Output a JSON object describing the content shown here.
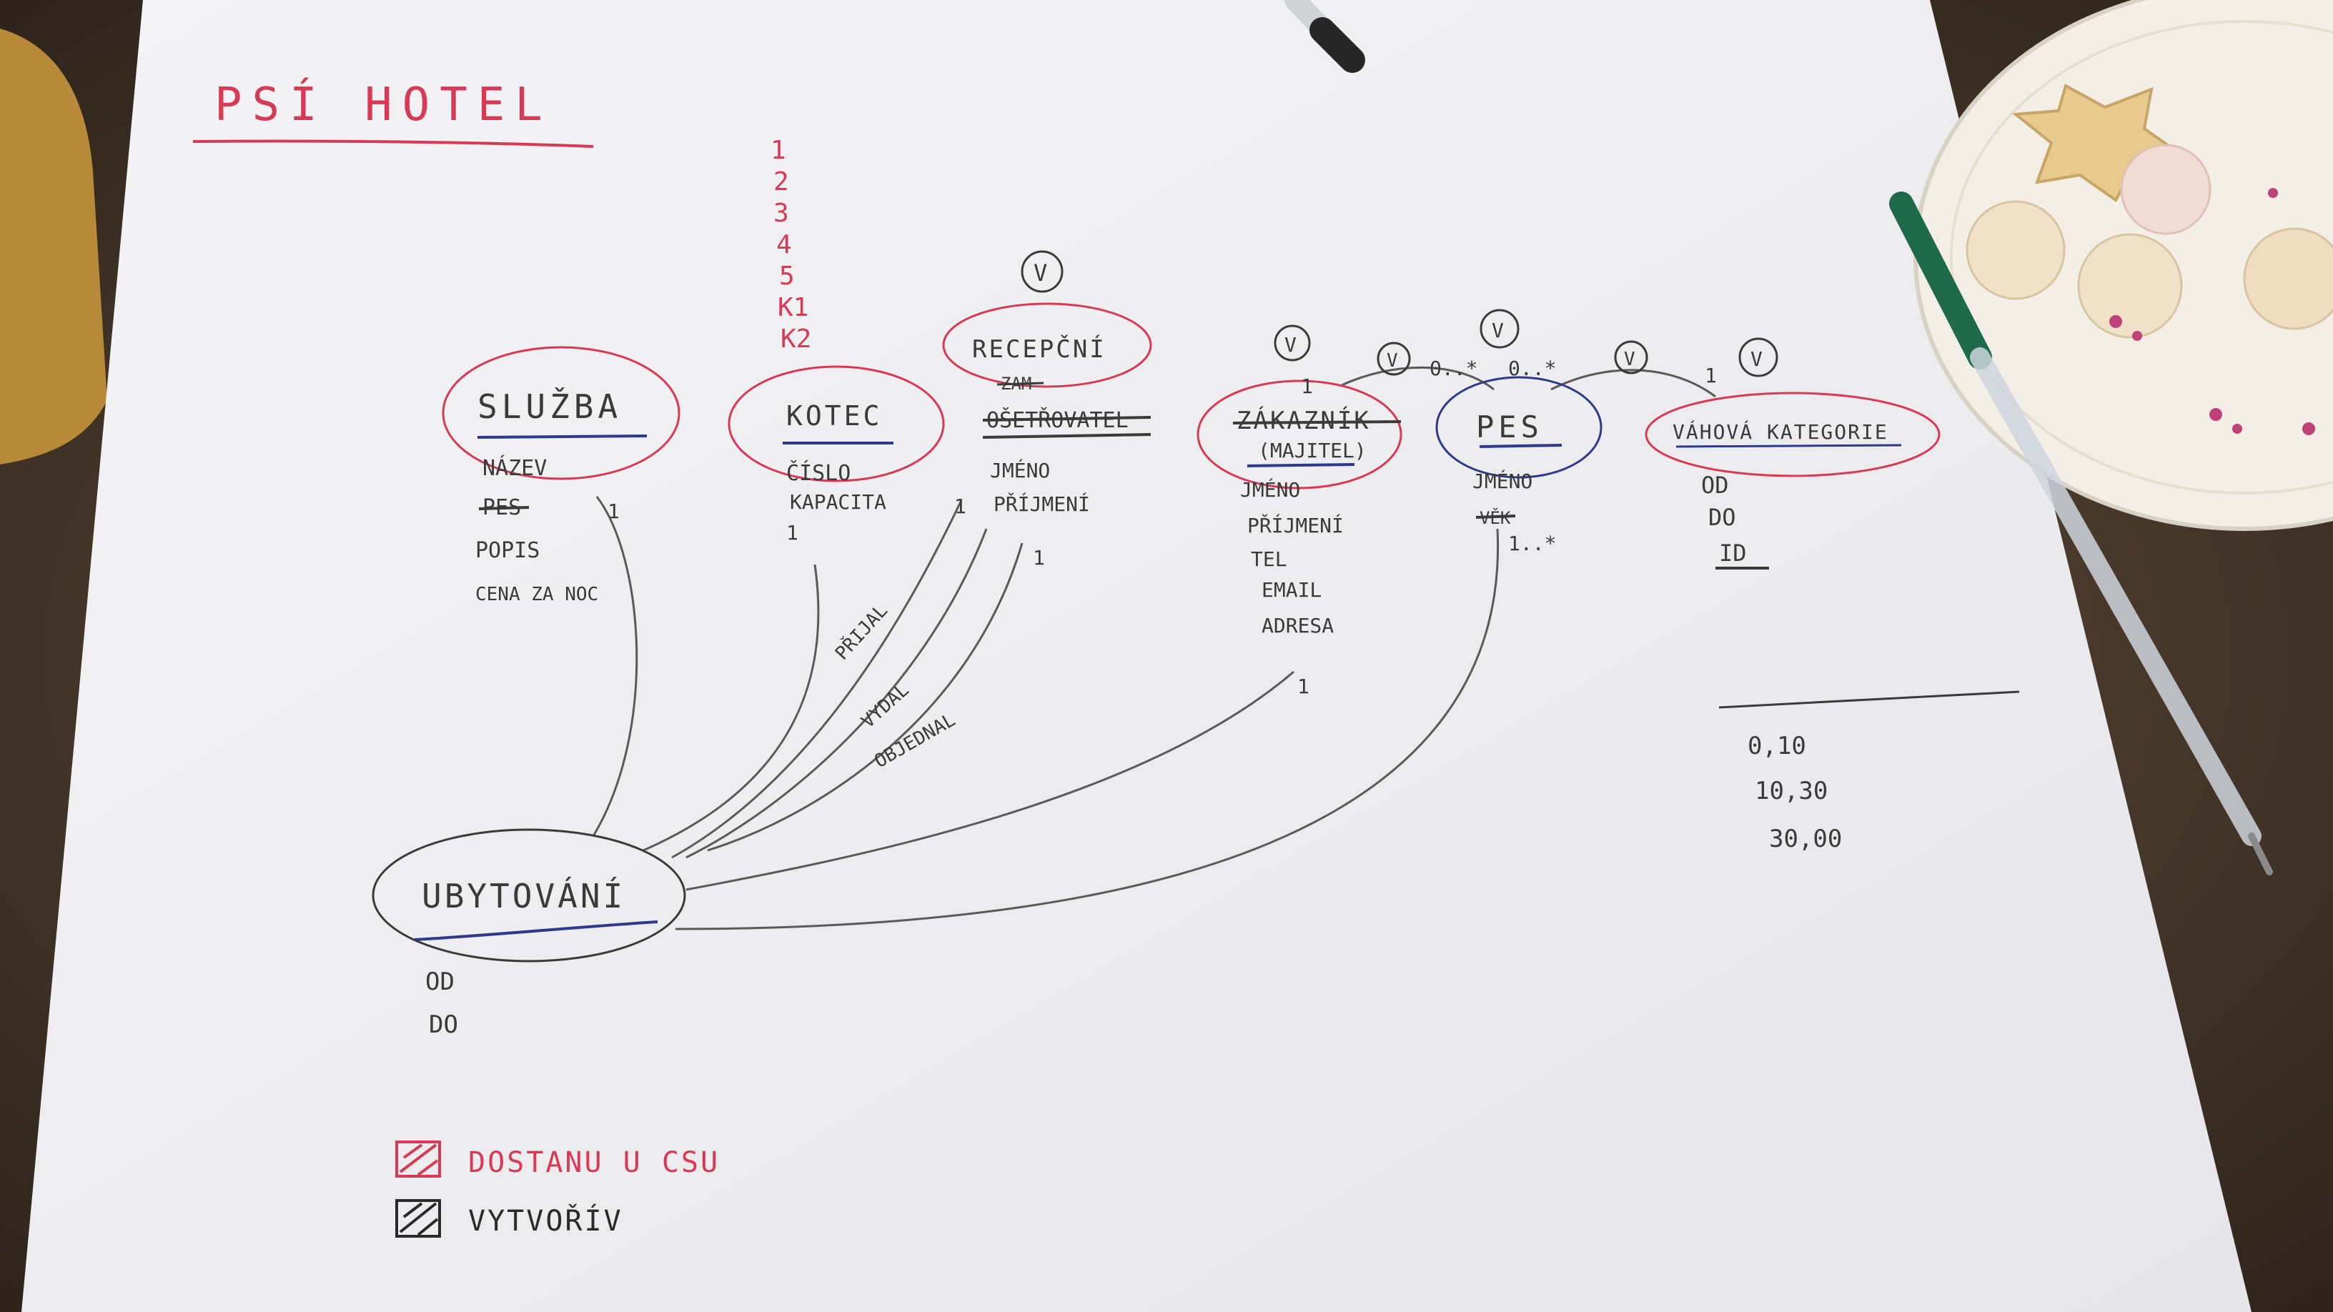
{
  "title": "PSÍ HOTEL",
  "counter_list": [
    "1",
    "2",
    "3",
    "4",
    "5",
    "K1",
    "K2"
  ],
  "entities": {
    "sluzba": {
      "name": "SLUŽBA",
      "attributes": [
        "NÁZEV",
        "",
        "POPIS",
        "CENA ZA NOC"
      ],
      "struck": [
        "PES"
      ]
    },
    "kotec": {
      "name": "KOTEC",
      "attributes": [
        "ČÍSLO",
        "KAPACITA"
      ]
    },
    "recepcni": {
      "name": "RECEPČNÍ",
      "struck": [
        "ZAM",
        "OŠETŘOVATEL"
      ],
      "attributes": [
        "JMÉNO",
        "PŘÍJMENÍ"
      ]
    },
    "zakaznik": {
      "name": "ZÁKAZNÍK",
      "subtitle": "(MAJITEL)",
      "attributes": [
        "JMÉNO",
        "PŘÍJMENÍ",
        "TEL",
        "EMAIL",
        "ADRESA"
      ]
    },
    "pes": {
      "name": "PES",
      "attributes": [
        "JMÉNO"
      ],
      "struck": [
        "VĚK"
      ]
    },
    "vahova_kategorie": {
      "name": "VÁHOVÁ KATEGORIE",
      "attributes": [
        "OD",
        "DO",
        "ID"
      ]
    },
    "ubytovani": {
      "name": "UBYTOVÁNÍ",
      "attributes": [
        "OD",
        "DO"
      ]
    }
  },
  "relationship_labels": [
    "PŘIJAL",
    "VYDAL",
    "OBJEDNAL"
  ],
  "multiplicities": {
    "sluzba_1": "1",
    "kotec_1": "1",
    "recepcni_1a": "1",
    "recepcni_1b": "1",
    "zakaznik_1": "1",
    "zakaznik_top_1": "1",
    "zak_pes_left": "0..*",
    "zak_pes_right": "0..*",
    "pes_1many": "1..*",
    "vahova_1": "1"
  },
  "checkmark": "V",
  "weight_ranges": [
    "0,10",
    "10,30",
    "30,00"
  ],
  "legend": [
    {
      "label": "DOSTANU U CSU",
      "color": "#d83a55"
    },
    {
      "label": "VYTVOŘÍV",
      "color": "#2a2a2a"
    }
  ],
  "colors": {
    "paper": "#f2f2f4",
    "red_ink": "#d83a55",
    "dark_ink": "#3a3a3a",
    "blue_ink": "#2d3a8c",
    "table": "#5a4634"
  }
}
